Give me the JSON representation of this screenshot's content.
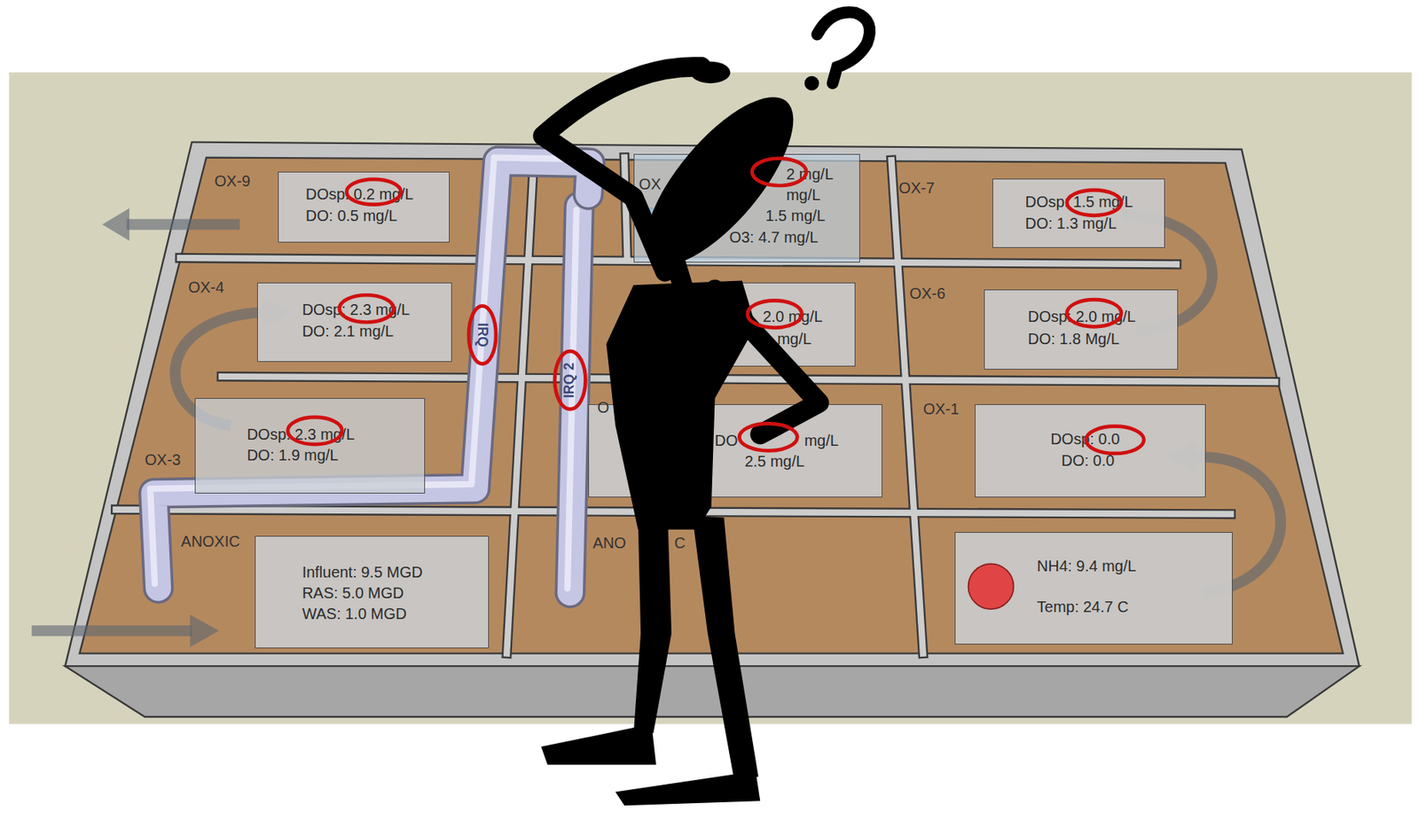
{
  "diagram": {
    "nodes": [
      {
        "text": [
          "DOsp: 0.2 mg/L",
          "DO: 0.5 mg/L"
        ]
      },
      {
        "text": [
          "2 mg/L",
          "mg/L",
          "1.5 mg/L",
          "O3: 4.7 mg/L"
        ]
      },
      {
        "text": [
          "DOsp: 1.5 mg/L",
          "DO: 1.3 mg/L"
        ]
      },
      {
        "text": [
          "DOsp: 2.3 mg/L",
          "DO: 2.1 mg/L"
        ]
      },
      {
        "text": [
          "2.0 mg/L",
          "mg/L"
        ]
      },
      {
        "text": [
          "DOsp: 2.0 mg/L",
          "DO: 1.8 Mg/L"
        ]
      },
      {
        "text": [
          "DOsp: 2.3 mg/L",
          "DO: 1.9 mg/L"
        ]
      },
      {
        "text": [
          "DO",
          "mg/L",
          "2.5 mg/L"
        ]
      },
      {
        "text": [
          "DOsp: 0.0",
          "DO: 0.0"
        ]
      },
      {
        "text": [
          "Influent: 9.5 MGD",
          "RAS: 5.0 MGD",
          "WAS: 1.0 MGD"
        ]
      },
      {
        "text": [
          "NH4: 9.4 mg/L",
          "Temp: 24.7 C"
        ]
      }
    ],
    "labels": [
      "OX-9",
      "OX",
      "OX-7",
      "OX-4",
      "IRQ",
      "OX-6",
      "IRQ 2",
      "O",
      "OX-1",
      "OX-3",
      "ANOXIC",
      "ANO",
      "C"
    ]
  }
}
